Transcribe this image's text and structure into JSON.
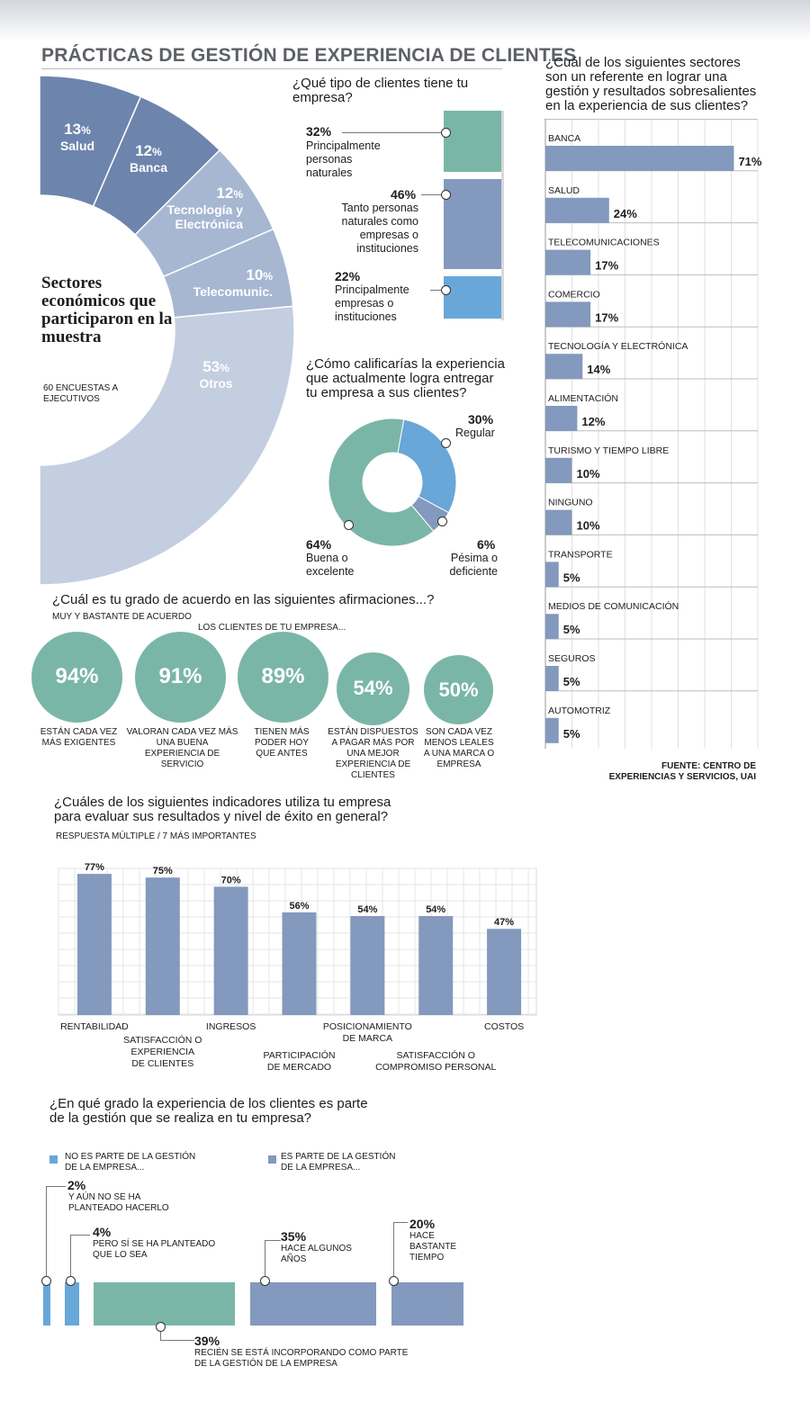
{
  "title": "PRÁCTICAS DE GESTIÓN DE EXPERIENCIA DE CLIENTES",
  "colors": {
    "dark_blue": "#6d85ac",
    "mid_blue": "#8399bd",
    "light_blue": "#a7b7d2",
    "pale_blue": "#c3cee0",
    "teal": "#7ab6a7",
    "sky": "#68a7d8"
  },
  "sectors": {
    "title": "Sectores económicos que participaron en la muestra",
    "note": "60 ENCUESTAS A EJECUTIVOS",
    "items": [
      {
        "pct": "13",
        "label": "Salud"
      },
      {
        "pct": "12",
        "label": "Banca"
      },
      {
        "pct": "12",
        "label": "Tecnología y Electrónica"
      },
      {
        "pct": "10",
        "label": "Telecomunic."
      },
      {
        "pct": "53",
        "label": "Otros"
      }
    ]
  },
  "client_type": {
    "question": "¿Qué tipo de clientes tiene tu empresa?",
    "items": [
      {
        "pct": "32%",
        "label": "Principalmente personas naturales"
      },
      {
        "pct": "46%",
        "label": "Tanto personas naturales como empresas o instituciones"
      },
      {
        "pct": "22%",
        "label": "Principalmente empresas o instituciones"
      }
    ]
  },
  "rating": {
    "question": "¿Cómo calificarías la experiencia que actualmente logra entregar tu empresa a sus clientes?",
    "items": [
      {
        "pct": "30%",
        "label": "Regular"
      },
      {
        "pct": "6%",
        "label": "Pésima o deficiente"
      },
      {
        "pct": "64%",
        "label": "Buena o excelente"
      }
    ]
  },
  "agreement": {
    "question": "¿Cuál es tu grado de acuerdo en las siguientes afirmaciones...?",
    "note": "MUY Y BASTANTE DE ACUERDO",
    "subhead": "LOS CLIENTES DE TU EMPRESA...",
    "items": [
      {
        "pct": "94%",
        "label": "ESTÁN CADA VEZ MÁS EXIGENTES"
      },
      {
        "pct": "91%",
        "label": "VALORAN CADA VEZ MÁS UNA BUENA EXPERIENCIA DE SERVICIO"
      },
      {
        "pct": "89%",
        "label": "TIENEN MÁS PODER HOY QUE ANTES"
      },
      {
        "pct": "54%",
        "label": "ESTÁN DISPUESTOS A PAGAR MÁS POR UNA MEJOR EXPERIENCIA DE CLIENTES"
      },
      {
        "pct": "50%",
        "label": "SON CADA VEZ MENOS LEALES A UNA MARCA O EMPRESA"
      }
    ]
  },
  "referents": {
    "question": "¿Cuál de los siguientes sectores son un referente en lograr una gestión y resultados sobresalientes en la experiencia de sus clientes?",
    "source": "FUENTE: CENTRO DE EXPERIENCIAS Y SERVICIOS, UAI"
  },
  "indicators": {
    "question": "¿Cuáles de los siguientes indicadores utiliza tu empresa para evaluar sus resultados y nivel de éxito en general?",
    "note": "RESPUESTA MÚLTIPLE / 7 MÁS IMPORTANTES"
  },
  "integration": {
    "question": "¿En qué grado la experiencia de los clientes es parte de la gestión que se realiza en tu empresa?",
    "legend_not": "NO ES PARTE DE LA GESTIÓN DE LA EMPRESA...",
    "legend_is": "ES PARTE DE LA GESTIÓN DE LA EMPRESA...",
    "items": [
      {
        "pct": "2%",
        "label": "Y AÚN NO SE HA PLANTEADO HACERLO",
        "value": 2,
        "group": "not"
      },
      {
        "pct": "4%",
        "label": "PERO SÍ SE HA PLANTEADO QUE LO SEA",
        "value": 4,
        "group": "not"
      },
      {
        "pct": "39%",
        "label": "RECIÉN SE ESTÁ INCORPORANDO COMO PARTE DE LA GESTIÓN DE LA EMPRESA",
        "value": 39,
        "group": "is"
      },
      {
        "pct": "35%",
        "label": "HACE ALGUNOS AÑOS",
        "value": 35,
        "group": "is"
      },
      {
        "pct": "20%",
        "label": "HACE BASTANTE TIEMPO",
        "value": 20,
        "group": "is"
      }
    ]
  },
  "chart_data": [
    {
      "type": "pie",
      "title": "Sectores económicos que participaron en la muestra",
      "categories": [
        "Salud",
        "Banca",
        "Tecnología y Electrónica",
        "Telecomunic.",
        "Otros"
      ],
      "values": [
        13,
        12,
        12,
        10,
        53
      ]
    },
    {
      "type": "bar",
      "title": "¿Qué tipo de clientes tiene tu empresa?",
      "categories": [
        "Principalmente personas naturales",
        "Tanto personas naturales como empresas o instituciones",
        "Principalmente empresas o instituciones"
      ],
      "values": [
        32,
        46,
        22
      ]
    },
    {
      "type": "pie",
      "title": "¿Cómo calificarías la experiencia que actualmente logra entregar tu empresa a sus clientes?",
      "categories": [
        "Regular",
        "Pésima o deficiente",
        "Buena o excelente"
      ],
      "values": [
        30,
        6,
        64
      ]
    },
    {
      "type": "bar",
      "orientation": "horizontal",
      "title": "¿Cuál de los siguientes sectores son un referente en lograr una gestión y resultados sobresalientes en la experiencia de sus clientes?",
      "categories": [
        "BANCA",
        "SALUD",
        "TELECOMUNICACIONES",
        "COMERCIO",
        "TECNOLOGÍA Y ELECTRÓNICA",
        "ALIMENTACIÓN",
        "TURISMO Y TIEMPO LIBRE",
        "NINGUNO",
        "TRANSPORTE",
        "MEDIOS DE COMUNICACIÓN",
        "SEGUROS",
        "AUTOMOTRIZ"
      ],
      "values": [
        71,
        24,
        17,
        17,
        14,
        12,
        10,
        10,
        5,
        5,
        5,
        5
      ],
      "xlim": [
        0,
        80
      ]
    },
    {
      "type": "bar",
      "title": "¿Cuáles de los siguientes indicadores utiliza tu empresa para evaluar sus resultados y nivel de éxito en general?",
      "categories": [
        "RENTABILIDAD",
        "SATISFACCIÓN O EXPERIENCIA DE CLIENTES",
        "INGRESOS",
        "PARTICIPACIÓN DE MERCADO",
        "POSICIONAMIENTO DE MARCA",
        "SATISFACCIÓN O COMPROMISO PERSONAL",
        "COSTOS"
      ],
      "values": [
        77,
        75,
        70,
        56,
        54,
        54,
        47
      ],
      "ylim": [
        0,
        80
      ]
    }
  ]
}
